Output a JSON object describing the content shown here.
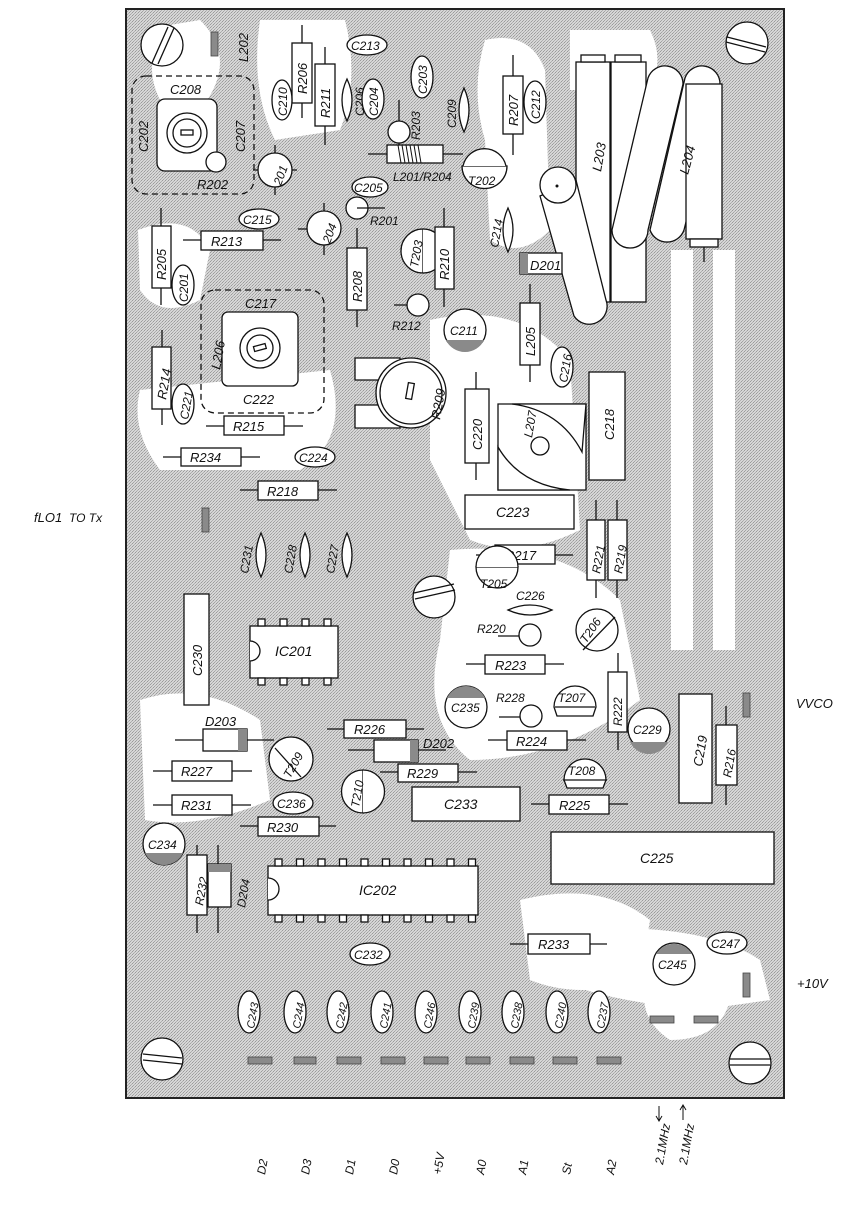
{
  "diagram": {
    "type": "pcb-component-layout",
    "colors": {
      "copper_pattern": "#c8c8c8",
      "pad": "#8a8a8a",
      "outline": "#111111",
      "background": "#ffffff"
    },
    "external_labels": {
      "f_lo1": "fLO1",
      "f_lo1_suffix": "TO Tx",
      "vvco": "VVCO",
      "plus10v": "+10V"
    },
    "bottom_connector_labels": [
      "D2",
      "D3",
      "D1",
      "D0",
      "+5V",
      "A0",
      "A1",
      "St",
      "A2",
      "2.1MHz",
      "2.1MHz"
    ],
    "components": {
      "resistors": [
        "R201",
        "R202",
        "R203",
        "R204",
        "R205",
        "R206",
        "R207",
        "R208",
        "R209",
        "R210",
        "R211",
        "R212",
        "R213",
        "R214",
        "R215",
        "R216",
        "R217",
        "R218",
        "R219",
        "R220",
        "R221",
        "R222",
        "R223",
        "R224",
        "R225",
        "R226",
        "R227",
        "R228",
        "R229",
        "R230",
        "R231",
        "R232",
        "R233",
        "R234"
      ],
      "capacitors": [
        "C201",
        "C202",
        "C203",
        "C204",
        "C205",
        "C206",
        "C207",
        "C208",
        "C209",
        "C210",
        "C211",
        "C212",
        "C213",
        "C214",
        "C215",
        "C216",
        "C217",
        "C218",
        "C219",
        "C220",
        "C221",
        "C222",
        "C223",
        "C224",
        "C225",
        "C226",
        "C227",
        "C228",
        "C229",
        "C230",
        "C231",
        "C232",
        "C233",
        "C234",
        "C235",
        "C236",
        "C237",
        "C238",
        "C239",
        "C240",
        "C241",
        "C242",
        "C243",
        "C244",
        "C245",
        "C246",
        "C247"
      ],
      "inductors": [
        "L201",
        "L202",
        "L203",
        "L204",
        "L205",
        "L206",
        "L207"
      ],
      "transistors": [
        "T201",
        "T202",
        "T203",
        "T204",
        "T205",
        "T206",
        "T207",
        "T208",
        "T209",
        "T210"
      ],
      "diodes": [
        "D201",
        "D202",
        "D203",
        "D204"
      ],
      "ics": [
        "IC201",
        "IC202"
      ]
    },
    "labels": {
      "R206": "R206",
      "R211": "R211",
      "C213": "C213",
      "L202": "L202",
      "C210": "C210",
      "C206": "C206",
      "C204": "C204",
      "C203": "C203",
      "C209": "C209",
      "R207": "R207",
      "C212": "C212",
      "C208": "C208",
      "C202": "C202",
      "C207": "C207",
      "R202": "R202",
      "T201": "201",
      "R203": "R203",
      "L201R204": "L201/R204",
      "T202": "T202",
      "C205": "C205",
      "R201": "R201",
      "L203": "L203",
      "L204": "L204",
      "C215": "C215",
      "R213": "R213",
      "T204": "204",
      "R205": "R205",
      "C201": "C201",
      "R208": "R208",
      "T203": "T203",
      "R210": "R210",
      "C214": "C214",
      "D201": "D201",
      "C217": "C217",
      "L206": "L206",
      "C222": "C222",
      "R214": "R214",
      "C221": "C221",
      "R212": "R212",
      "C211": "C211",
      "L205": "L205",
      "C216": "C216",
      "R209": "R209",
      "C220": "C220",
      "L207": "L207",
      "C218": "C218",
      "R215": "R215",
      "R234": "R234",
      "C224": "C224",
      "R218": "R218",
      "C223": "C223",
      "C231": "C231",
      "C228": "C228",
      "C227": "C227",
      "R217": "R217",
      "R221": "R221",
      "R219": "R219",
      "T205": "T205",
      "C226": "C226",
      "R220": "R220",
      "T206": "T206",
      "C230": "C230",
      "IC201": "IC201",
      "R223": "R223",
      "C235": "C235",
      "R228": "R228",
      "T207": "T207",
      "R222": "R222",
      "C229": "C229",
      "C219": "C219",
      "R216": "R216",
      "D203": "D203",
      "R226": "R226",
      "D202": "D202",
      "R224": "R224",
      "T209": "T209",
      "R227": "R227",
      "R229": "R229",
      "T210": "T210",
      "T208": "T208",
      "R231": "R231",
      "C236": "C236",
      "C233": "C233",
      "R225": "R225",
      "R230": "R230",
      "C234": "C234",
      "R232": "R232",
      "D204": "D204",
      "IC202": "IC202",
      "C225": "C225",
      "C232": "C232",
      "R233": "R233",
      "C245": "C245",
      "C247": "C247",
      "C243": "C243",
      "C244": "C244",
      "C242": "C242",
      "C241": "C241",
      "C246": "C246",
      "C239": "C239",
      "C238": "C238",
      "C240": "C240",
      "C237": "C237"
    }
  }
}
